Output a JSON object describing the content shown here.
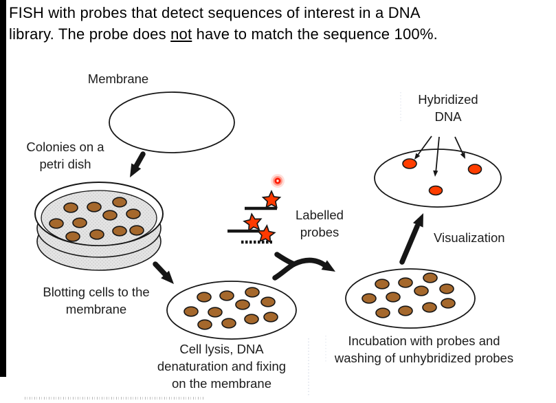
{
  "title": {
    "line1": "FISH with probes that detect sequences of interest in a DNA",
    "line2_before": "library. The probe does ",
    "line2_underline": "not",
    "line2_after": " have to match the sequence 100%."
  },
  "diagram": {
    "membrane_label": "Membrane",
    "colonies_label": [
      "Colonies on a",
      "petri dish"
    ],
    "blotting_label": [
      "Blotting cells to the",
      "membrane"
    ],
    "labelled_probes_label": [
      "Labelled",
      "probes"
    ],
    "cell_lysis_label": [
      "Cell lysis, DNA",
      "denaturation and fixing",
      "on the membrane"
    ],
    "incubation_label": [
      "Incubation with probes and",
      "washing of unhybridized probes"
    ],
    "visualization_label": "Visualization",
    "hybridized_dna_label": [
      "Hybridized",
      "DNA"
    ],
    "counts": {
      "petri_colonies": 11,
      "lysed_membrane_colonies": 11,
      "incubation_membrane_colonies": 11,
      "hybridized_spots": 3,
      "labelled_probes": 3
    }
  },
  "colors": {
    "ink": "#161616",
    "colony": "#a5682c",
    "hybridized": "#ff3d00",
    "star": "#ff3a00",
    "dish": "#e4e4e4",
    "dish_dot": "#c9c9c9",
    "glow": "#ff2000"
  }
}
